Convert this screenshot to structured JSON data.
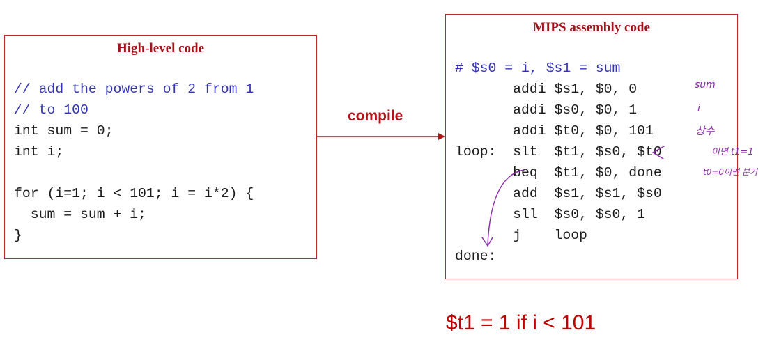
{
  "high_level": {
    "title": "High-level code",
    "lines": [
      {
        "text": "// add the powers of 2 from 1",
        "comment": true
      },
      {
        "text": "// to 100",
        "comment": true
      },
      {
        "text": "int sum = 0;",
        "comment": false
      },
      {
        "text": "int i;",
        "comment": false
      },
      {
        "text": "",
        "comment": false
      },
      {
        "text": "for (i=1; i < 101; i = i*2) {",
        "comment": false
      },
      {
        "text": "  sum = sum + i;",
        "comment": false
      },
      {
        "text": "}",
        "comment": false
      }
    ]
  },
  "mips": {
    "title": "MIPS assembly code",
    "lines": [
      {
        "text": "# $s0 = i, $s1 = sum",
        "comment": true
      },
      {
        "text": "       addi $s1, $0, 0",
        "comment": false
      },
      {
        "text": "       addi $s0, $0, 1",
        "comment": false
      },
      {
        "text": "       addi $t0, $0, 101",
        "comment": false
      },
      {
        "text": "loop:  slt  $t1, $s0, $t0",
        "comment": false
      },
      {
        "text": "       beq  $t1, $0, done",
        "comment": false
      },
      {
        "text": "       add  $s1, $s1, $s0",
        "comment": false
      },
      {
        "text": "       sll  $s0, $s0, 1",
        "comment": false
      },
      {
        "text": "       j    loop",
        "comment": false
      },
      {
        "text": "done:",
        "comment": false
      }
    ]
  },
  "compile_label": "compile",
  "note": "$t1 = 1 if i < 101",
  "handwritten": [
    "sum",
    "i",
    "상수",
    "<",
    "이면 t1=1",
    "t0=0이면 분기"
  ],
  "colors": {
    "box_border": "#c0272d",
    "title": "#a0151b",
    "comment": "#3333b3",
    "arrow": "#b3141a",
    "note": "#c00000",
    "handwriting": "#8a2ca8"
  }
}
